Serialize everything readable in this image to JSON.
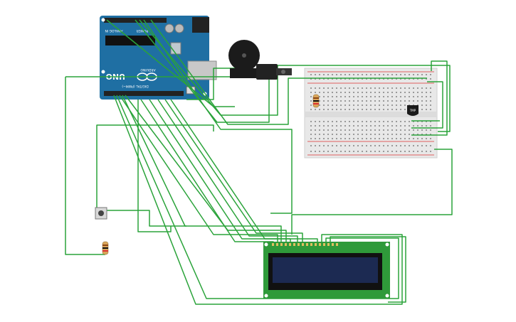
{
  "arduino": {
    "uno_label": "UNO",
    "brand_label": "ARDUINO",
    "digital_label": "DIGITAL (PWM~)",
    "power_label": "POWER",
    "analog_label": "ANALOG IN",
    "board_color": "#1f6fa3"
  },
  "sensor": {
    "label": "TMP"
  },
  "wire_color": "#2aa33a",
  "lcd": {
    "screen_color": "#1c2a52",
    "pcb_color": "#2f9a3a"
  }
}
